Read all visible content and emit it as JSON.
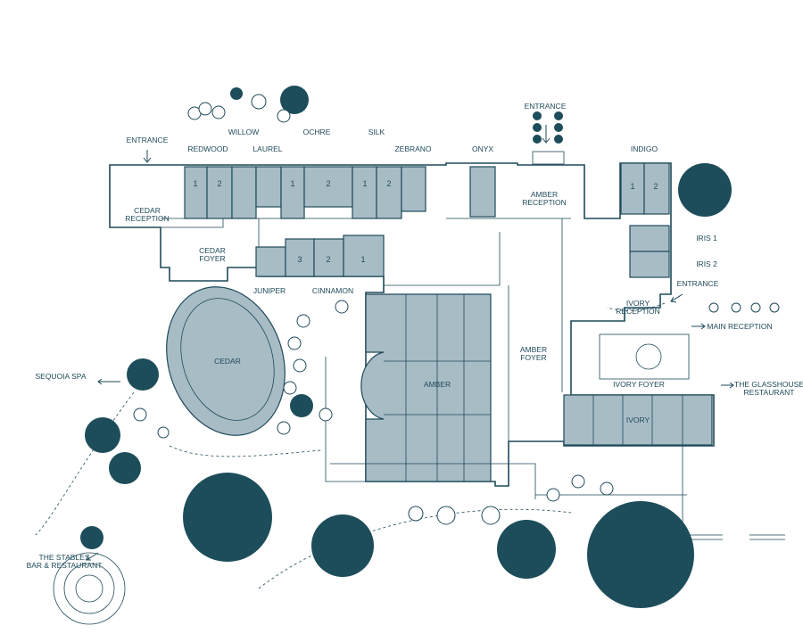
{
  "colors": {
    "room_fill": "#a8bcc6",
    "line": "#1f4a5a",
    "tree": "#1d4d5a"
  },
  "labels": {
    "entrance_west": "ENTRANCE",
    "entrance_north": "ENTRANCE",
    "entrance_east": "ENTRANCE",
    "redwood": "REDWOOD",
    "willow": "WILLOW",
    "laurel": "LAUREL",
    "ochre": "OCHRE",
    "silk": "SILK",
    "zebrano": "ZEBRANO",
    "onyx": "ONYX",
    "indigo": "INDIGO",
    "iris1": "IRIS 1",
    "iris2": "IRIS 2",
    "cedar_reception_1": "CEDAR",
    "cedar_reception_2": "RECEPTION",
    "cedar_foyer_1": "CEDAR",
    "cedar_foyer_2": "FOYER",
    "amber_reception_1": "AMBER",
    "amber_reception_2": "RECEPTION",
    "juniper": "JUNIPER",
    "cinnamon": "CINNAMON",
    "cedar": "CEDAR",
    "amber": "AMBER",
    "amber_foyer_1": "AMBER",
    "amber_foyer_2": "FOYER",
    "ivory_reception_1": "IVORY",
    "ivory_reception_2": "RECEPTION",
    "ivory_foyer": "IVORY FOYER",
    "ivory": "IVORY",
    "main_reception": "MAIN RECEPTION",
    "glasshouse_1": "THE GLASSHOUSE",
    "glasshouse_2": "RESTAURANT",
    "sequoia_spa": "SEQUOIA SPA",
    "stables_1": "THE STABLES",
    "stables_2": "BAR & RESTAURANT"
  },
  "room_numbers": {
    "redwood_1": "1",
    "redwood_2": "2",
    "ochre_1": "1",
    "ochre_2": "2",
    "silk_1": "1",
    "silk_2": "2",
    "cinnamon_3": "3",
    "cinnamon_2": "2",
    "cinnamon_1": "1",
    "indigo_1": "1",
    "indigo_2": "2"
  }
}
